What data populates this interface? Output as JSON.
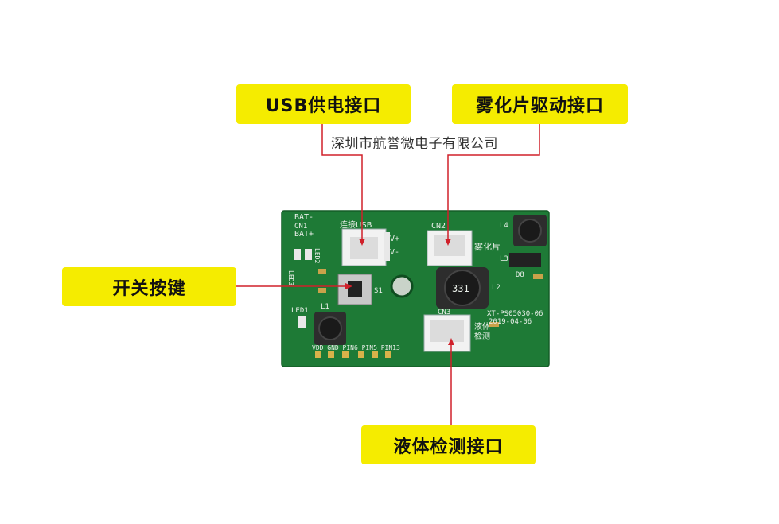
{
  "callouts": {
    "usb": "USB供电接口",
    "atomizer": "雾化片驱动接口",
    "switch": "开关按键",
    "liquid": "液体检测接口"
  },
  "company": "深圳市航誉微电子有限公司",
  "pcb_labels": {
    "bat_minus": "BAT-",
    "cn1": "CN1",
    "bat_plus": "BAT+",
    "led3": "LED3",
    "led2": "LED2",
    "connect_usb": "连接USB",
    "v_plus": "V+",
    "v_minus": "V-",
    "cn2": "CN2",
    "atomizer_cn": "雾化片",
    "l4": "L4",
    "l3": "L3",
    "d8": "D8",
    "s1": "S1",
    "l2": "L2",
    "inductor_code": "331",
    "board_id": "XT-PS05030-06",
    "board_date": "2019-04-06",
    "cn3": "CN3",
    "liquid_cn_1": "液体",
    "liquid_cn_2": "检测",
    "led1": "LED1",
    "l1": "L1",
    "pin_labels": "VDD GND PIN6 PIN5 PIN13"
  },
  "colors": {
    "callout_bg": "#f5ec00",
    "leader": "#d0202a",
    "pcb": "#1e7a36",
    "connector": "#f2f2f2"
  }
}
